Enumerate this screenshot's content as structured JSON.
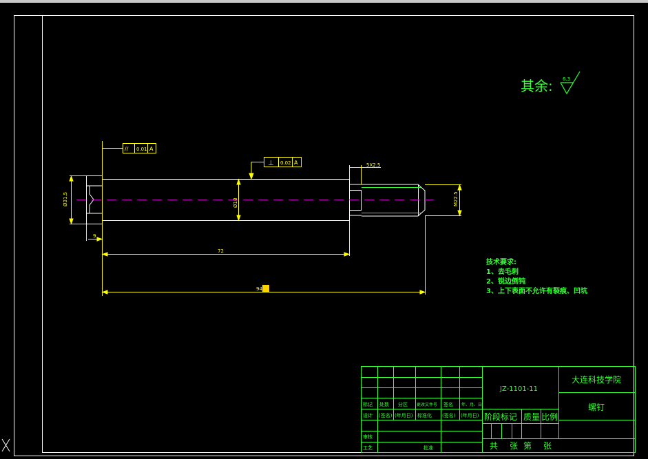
{
  "surface_finish": {
    "label": "其余:",
    "roughness": "6.3"
  },
  "tolerance_frames": {
    "parallelism": {
      "symbol": "//",
      "value": "0.01",
      "datum": "A"
    },
    "perpendicularity": {
      "symbol": "⊥",
      "value": "0.02",
      "datum": "A"
    }
  },
  "dimensions": {
    "head_diameter": "Ø31.5",
    "shank_diameter": "Ø18",
    "thread": "M22.5",
    "chamfer": "5X2.5",
    "head_height": "9",
    "shank_length": "72",
    "total_length": "94"
  },
  "tech_requirements": {
    "title": "技术要求:",
    "items": [
      "1、去毛刺",
      "2、锐边倒钝",
      "3、上下表面不允许有裂痕、凹坑"
    ]
  },
  "title_block": {
    "drawing_number": "JZ-1101-11",
    "school": "大连科技学院",
    "part_name": "螺钉",
    "row_a": [
      "标记",
      "处数",
      "分区",
      "更改文件号",
      "签名",
      "年、月、日"
    ],
    "row_b": [
      "设计",
      "(签名)",
      "(年月日)",
      "标准化",
      "(签名)",
      "(年月日)"
    ],
    "review": "审核",
    "process": "工艺",
    "approve": "批准",
    "stage_mark": "阶段标记",
    "weight": "质量",
    "scale": "比例",
    "sheets": [
      "共",
      "张",
      "第",
      "张"
    ]
  },
  "colors": {
    "background": "#000000",
    "frame": "#ffffff",
    "dimension": "#ffff00",
    "centerline": "#c000c0",
    "annotation": "#33ff33",
    "title_block": "#33ff33",
    "highlight": "#ffd200"
  }
}
